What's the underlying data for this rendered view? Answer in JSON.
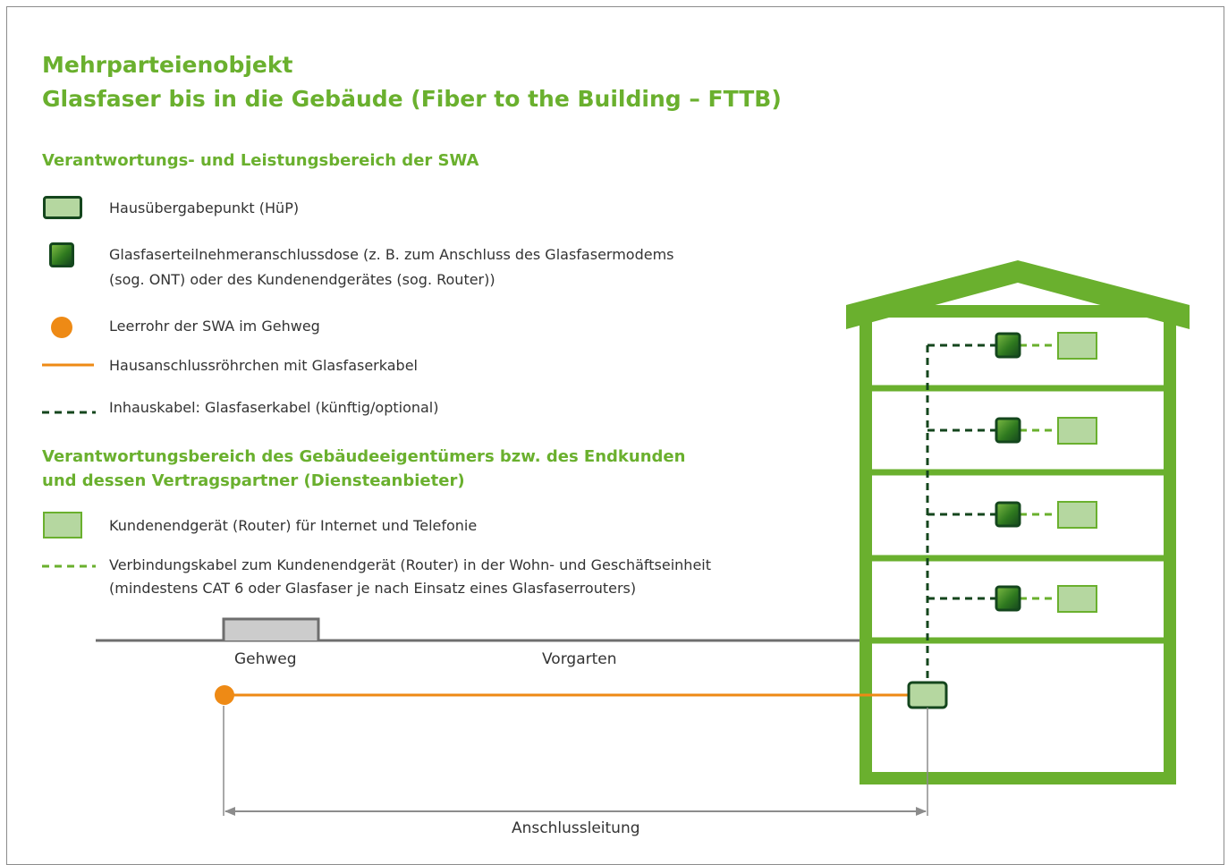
{
  "title": {
    "line1": "Mehrparteienobjekt",
    "line2": "Glasfaser bis in die Gebäude (Fiber to the Building – FTTB)"
  },
  "section_swa": {
    "heading": "Verantwortungs- und Leistungsbereich der SWA",
    "items": [
      {
        "symbol": "huep-box",
        "text": "Hausübergabepunkt (HüP)"
      },
      {
        "symbol": "fiber-socket",
        "text": "Glasfaserteilnehmeranschlussdose (z. B. zum Anschluss des Glasfasermodems"
      },
      {
        "symbol": "fiber-socket-cont",
        "text": "(sog. ONT) oder des Kundenendgerätes (sog. Router))"
      },
      {
        "symbol": "orange-dot",
        "text": "Leerrohr der SWA im Gehweg"
      },
      {
        "symbol": "orange-line",
        "text": "Hausanschlussröhrchen mit Glasfaserkabel"
      },
      {
        "symbol": "dark-dashed-line",
        "text": "Inhauskabel: Glasfaserkabel (künftig/optional)"
      }
    ]
  },
  "section_owner": {
    "heading_line1": "Verantwortungsbereich des Gebäudeeigentümers bzw. des Endkunden",
    "heading_line2": "und dessen Vertragspartner (Diensteanbieter)",
    "items": [
      {
        "symbol": "router-box",
        "text": "Kundenendgerät (Router) für Internet und Telefonie"
      },
      {
        "symbol": "light-dashed-line",
        "text": "Verbindungskabel zum Kundenendgerät (Router) in der Wohn- und Geschäftseinheit"
      },
      {
        "symbol": "light-dashed-line-cont",
        "text": "(mindestens CAT 6 oder Glasfaser je nach Einsatz eines Glasfaserrouters)"
      }
    ]
  },
  "diagram": {
    "label_sidewalk": "Gehweg",
    "label_frontyard": "Vorgarten",
    "label_connection": "Anschlussleitung",
    "floors_with_units": 4
  },
  "colors": {
    "brand_green": "#6ab02e",
    "dark_green": "#14461d",
    "light_green": "#b5d7a0",
    "orange": "#ee8a15",
    "grey": "#8c8c8c"
  }
}
